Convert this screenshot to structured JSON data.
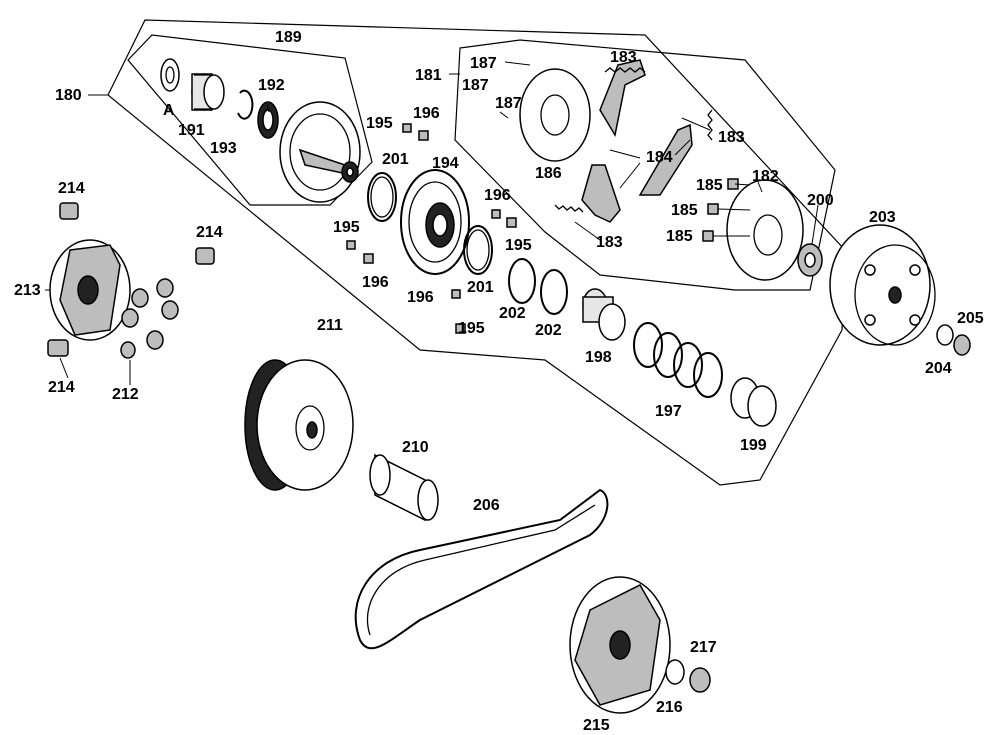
{
  "labels": {
    "l180": "180",
    "l181": "181",
    "l182": "182",
    "l183a": "183",
    "l183b": "183",
    "l183c": "183",
    "l184": "184",
    "l185a": "185",
    "l185b": "185",
    "l185c": "185",
    "l186": "186",
    "l187a": "187",
    "l187b": "187",
    "l187c": "187",
    "l189": "189",
    "l191": "191",
    "l192": "192",
    "l193": "193",
    "l194": "194",
    "l195a": "195",
    "l195b": "195",
    "l195c": "195",
    "l195d": "195",
    "l196a": "196",
    "l196b": "196",
    "l196c": "196",
    "l196d": "196",
    "l197": "197",
    "l198": "198",
    "l199": "199",
    "l200": "200",
    "l201a": "201",
    "l201b": "201",
    "l202a": "202",
    "l202b": "202",
    "l203": "203",
    "l204": "204",
    "l205": "205",
    "l206": "206",
    "l210": "210",
    "l211": "211",
    "l212": "212",
    "l213": "213",
    "l214a": "214",
    "l214b": "214",
    "l214c": "214",
    "l215": "215",
    "l216": "216",
    "l217": "217",
    "lA": "A"
  }
}
